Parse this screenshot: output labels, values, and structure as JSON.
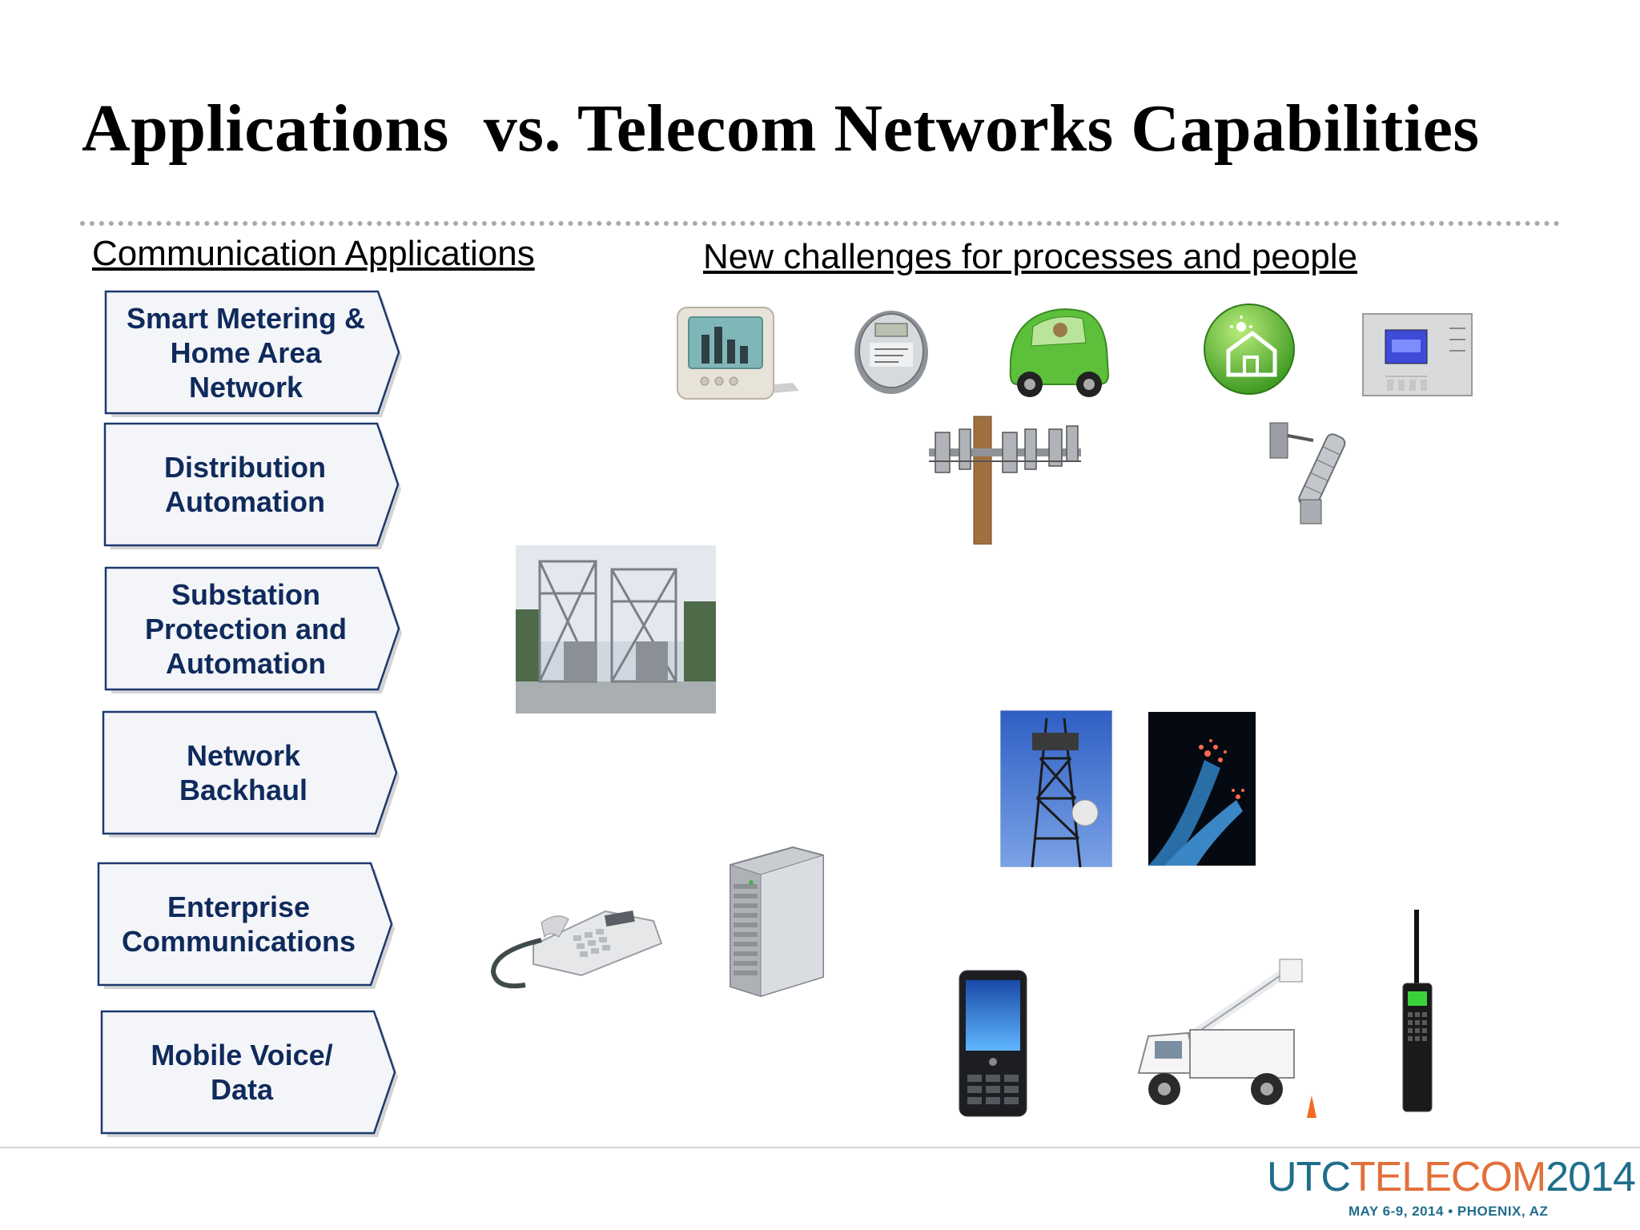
{
  "title": "Applications  vs. Telecom Networks Capabilities",
  "headings": {
    "left": "Communication Applications",
    "right": "New challenges for processes and people"
  },
  "applications": [
    {
      "label": "Smart Metering &\nHome Area\nNetwork"
    },
    {
      "label": "Distribution\nAutomation"
    },
    {
      "label": "Substation\nProtection and\nAutomation"
    },
    {
      "label": "Network\nBackhaul"
    },
    {
      "label": "Enterprise\nCommunications"
    },
    {
      "label": "Mobile Voice/\nData"
    }
  ],
  "images": [
    "in-home-display-icon",
    "electric-meter-icon",
    "electric-car-icon",
    "smart-home-icon",
    "thermostat-icon",
    "utility-pole-switch-icon",
    "line-recloser-icon",
    "substation-photo",
    "cell-tower-photo",
    "fiber-optic-photo",
    "desk-phone-icon",
    "server-tower-icon",
    "mobile-phone-icon",
    "bucket-truck-icon",
    "two-way-radio-icon"
  ],
  "logo": {
    "utc": "UTC",
    "telecom": "TELECOM",
    "year": "2014",
    "subtitle": "MAY 6-9, 2014  •  PHOENIX, AZ"
  },
  "colors": {
    "chevron_text": "#0f2a5c",
    "chevron_border": "#1c3a6e",
    "chevron_fill": "#f4f5f8",
    "logo_blue": "#1f6e8c",
    "logo_orange": "#e2703a"
  }
}
